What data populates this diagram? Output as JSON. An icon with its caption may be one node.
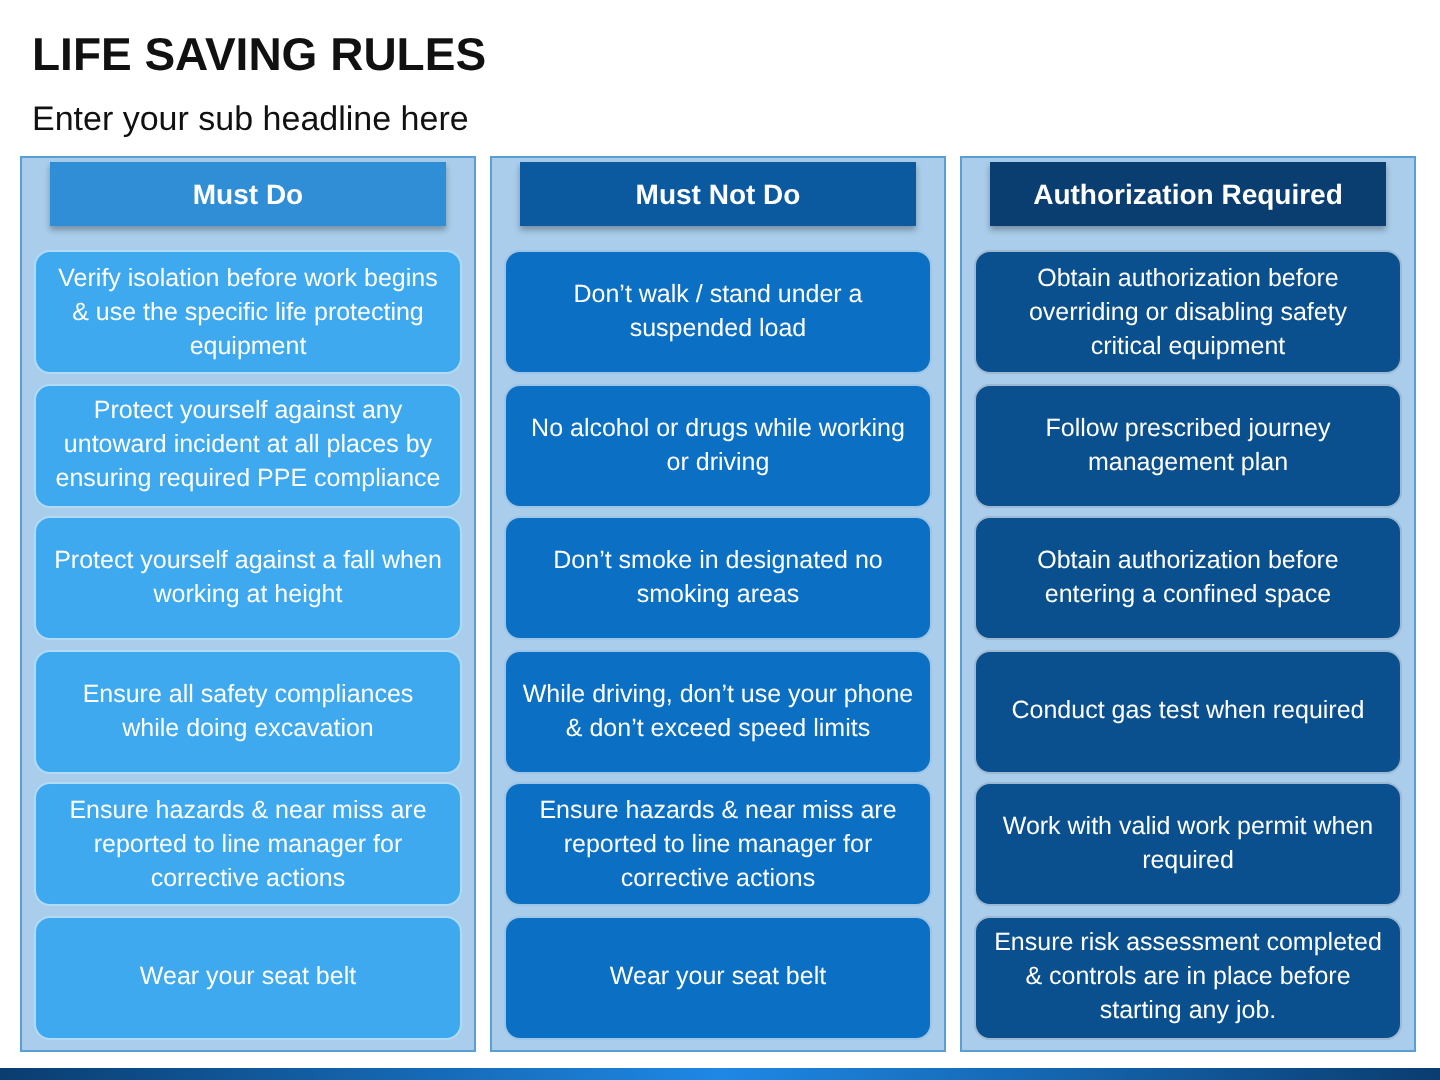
{
  "diagram": {
    "title": "LIFE SAVING RULES",
    "nodes": [
      {
        "text": [
          "Must Do"
        ]
      },
      {
        "text": [
          "Verify  isolation before work begins & use the specific life protecting equipment"
        ],
        "in": 0
      },
      {
        "text": [
          "Protect yourself against any untoward incident at all places by ensuring required PPE compliance"
        ],
        "in": 0
      },
      {
        "text": [
          "Protect yourself against a fall when working at height"
        ],
        "in": 0
      },
      {
        "text": [
          "Ensure all safety compliances while doing excavation"
        ],
        "in": 0
      },
      {
        "text": [
          "Ensure hazards & near miss are reported to line manager for corrective actions"
        ],
        "in": 0
      },
      {
        "text": [
          "Wear your seat belt"
        ],
        "in": 0
      },
      {
        "text": [
          "Must Not Do"
        ]
      },
      {
        "text": [
          "Don’t walk / stand under a suspended load"
        ],
        "in": 7
      },
      {
        "text": [
          "No alcohol or drugs while working or driving"
        ],
        "in": 7
      },
      {
        "text": [
          "Don’t smoke in designated no smoking areas"
        ],
        "in": 7
      },
      {
        "text": [
          "While driving, don’t use your phone & don’t exceed speed limits"
        ],
        "in": 7
      },
      {
        "text": [
          "Ensure hazards & near miss are reported to line manager for corrective actions"
        ],
        "in": 7
      },
      {
        "text": [
          "Wear your seat belt"
        ],
        "in": 7
      },
      {
        "text": [
          "Authorization Required"
        ]
      },
      {
        "text": [
          "Obtain authorization before overriding or disabling safety critical equipment"
        ],
        "in": 14
      },
      {
        "text": [
          "Follow prescribed journey management plan"
        ],
        "in": 14
      },
      {
        "text": [
          "Obtain authorization before entering a confined space"
        ],
        "in": 14
      },
      {
        "text": [
          "Conduct gas test when required"
        ],
        "in": 14
      },
      {
        "text": [
          "Work with valid work permit when required"
        ],
        "in": 14
      },
      {
        "text": [
          "Ensure risk assessment completed & controls are in place before starting any job."
        ],
        "in": 14
      }
    ],
    "labels": [
      "Enter your sub headline here"
    ]
  }
}
